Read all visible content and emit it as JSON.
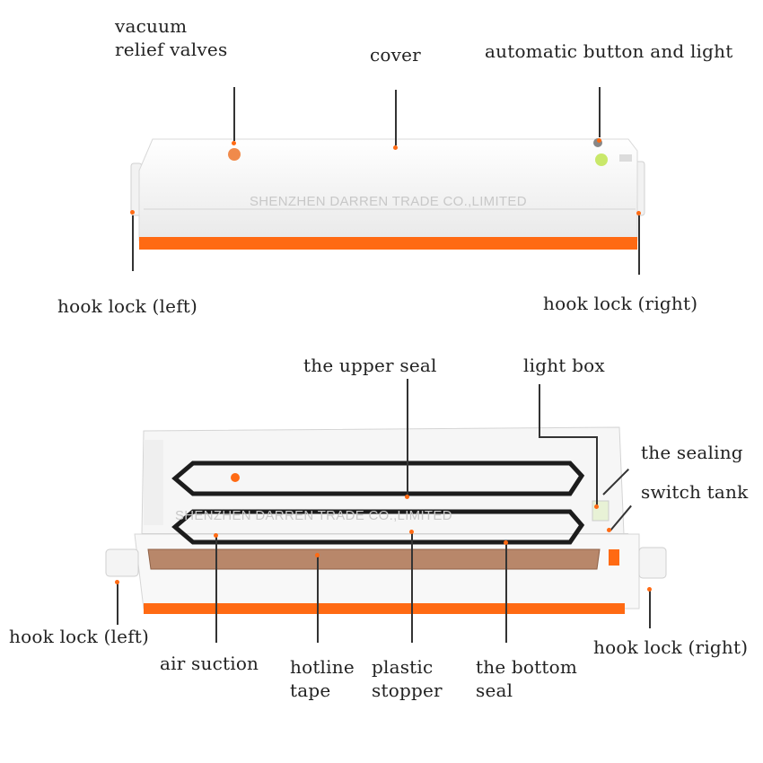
{
  "top_figure": {
    "labels": {
      "vacuum_relief": "vacuum\nrelief valves",
      "cover": "cover",
      "auto_button": "automatic button and light",
      "hook_left": "hook lock (left)",
      "hook_right": "hook lock (right)"
    },
    "watermark": "SHENZHEN DARREN TRADE CO.,LIMITED"
  },
  "bottom_figure": {
    "labels": {
      "upper_seal": "the upper seal",
      "light_box": "light box",
      "the_sealing": "the sealing",
      "switch_tank": "switch tank",
      "hook_left": "hook lock (left)",
      "air_suction": "air suction",
      "hotline_tape": "hotline\ntape",
      "plastic_stopper": "plastic\nstopper",
      "bottom_seal": "the bottom\nseal",
      "hook_right": "hook lock (right)"
    },
    "watermark": "SHENZHEN DARREN TRADE CO.,LIMITED"
  },
  "colors": {
    "accent_orange": "#ff6a13",
    "gasket_black": "#1c1c1c",
    "body_white": "#f7f7f7",
    "tape_brown": "#b8876a"
  }
}
